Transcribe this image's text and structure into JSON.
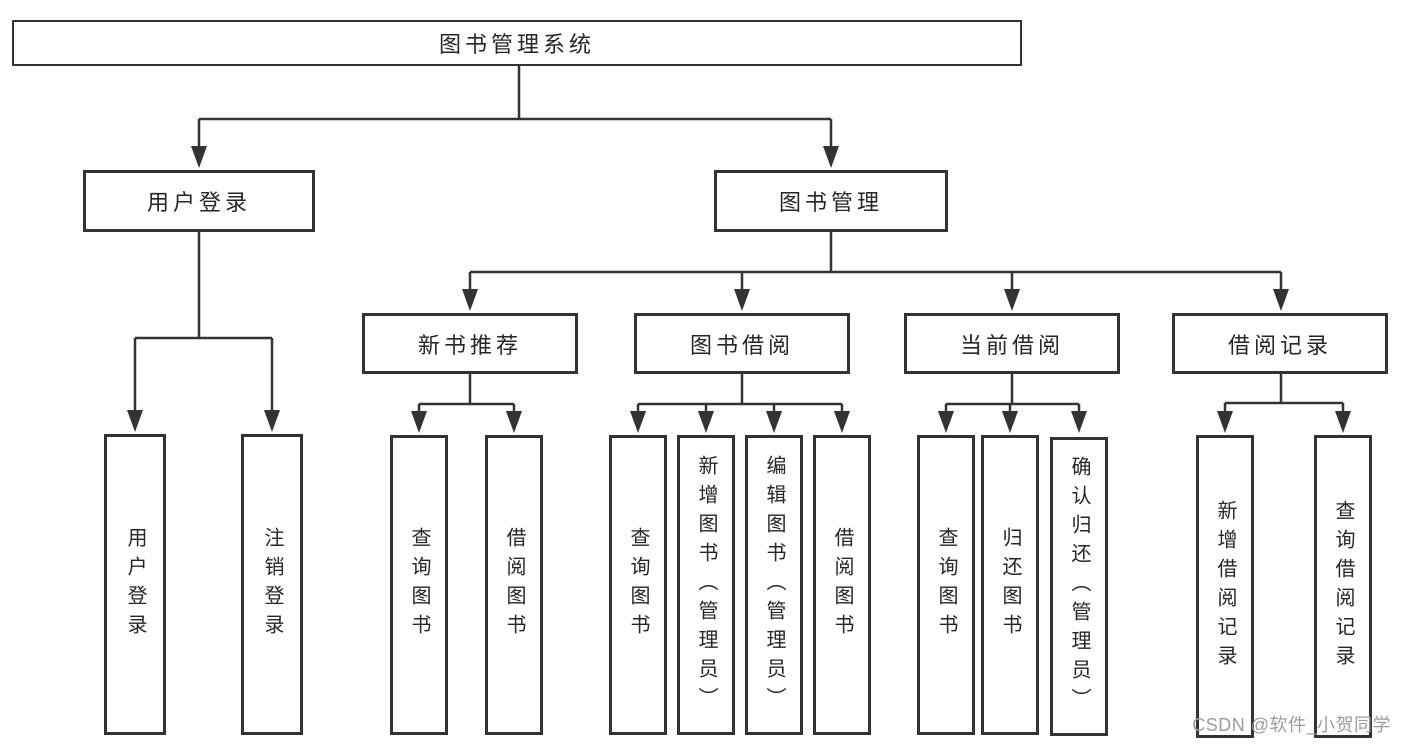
{
  "diagram": {
    "root": {
      "label": "图书管理系统"
    },
    "level2": {
      "user_login": {
        "label": "用户登录"
      },
      "book_management": {
        "label": "图书管理"
      }
    },
    "level3": {
      "new_books": {
        "label": "新书推荐"
      },
      "book_borrow": {
        "label": "图书借阅"
      },
      "current_borrow": {
        "label": "当前借阅"
      },
      "borrow_records": {
        "label": "借阅记录"
      }
    },
    "leaves": {
      "user_login": [
        "用户登录",
        "注销登录"
      ],
      "new_books": [
        "查询图书",
        "借阅图书"
      ],
      "book_borrow": [
        "查询图书",
        "新增图书（管理员）",
        "编辑图书（管理员）",
        "借阅图书"
      ],
      "current_borrow": [
        "查询图书",
        "归还图书",
        "确认归还（管理员）"
      ],
      "borrow_records": [
        "新增借阅记录",
        "查询借阅记录"
      ]
    },
    "watermark": "CSDN @软件_小贺同学",
    "colors": {
      "line": "#333333",
      "border": "#333333",
      "text": "#262626",
      "watermark": "#9c9c9c",
      "background": "#ffffff"
    }
  }
}
